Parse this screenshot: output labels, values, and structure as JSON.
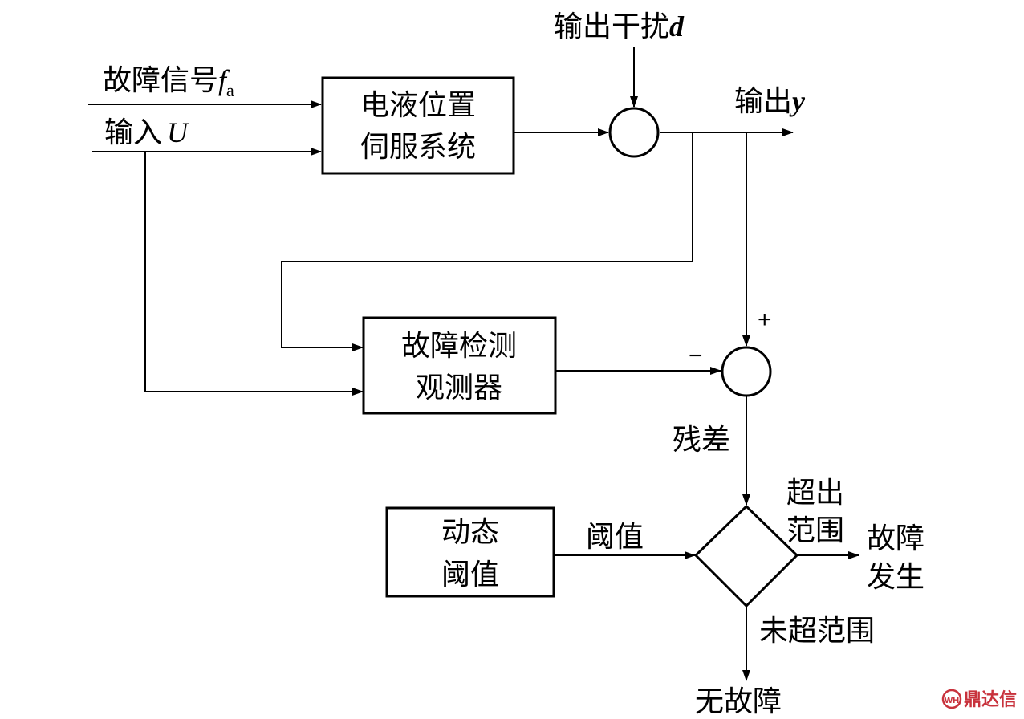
{
  "labels": {
    "fault_signal": "故障信号",
    "fault_signal_symbol": "f",
    "fault_signal_subscript": "a",
    "input": "输入",
    "input_symbol": "U",
    "disturbance": "输出干扰",
    "disturbance_symbol": "d",
    "output": "输出",
    "output_symbol": "y",
    "plus_sign": "+",
    "minus_sign": "−",
    "residual": "残差",
    "threshold": "阈值",
    "exceed_line1": "超出",
    "exceed_line2": "范围",
    "fault_line1": "故障",
    "fault_line2": "发生",
    "not_exceed": "未超范围",
    "no_fault": "无故障"
  },
  "blocks": {
    "servo_line1": "电液位置",
    "servo_line2": "伺服系统",
    "observer_line1": "故障检测",
    "observer_line2": "观测器",
    "threshold_line1": "动态",
    "threshold_line2": "阈值"
  },
  "watermark": {
    "text": "鼎达信",
    "logo": "WH",
    "color": "#c8323c"
  }
}
